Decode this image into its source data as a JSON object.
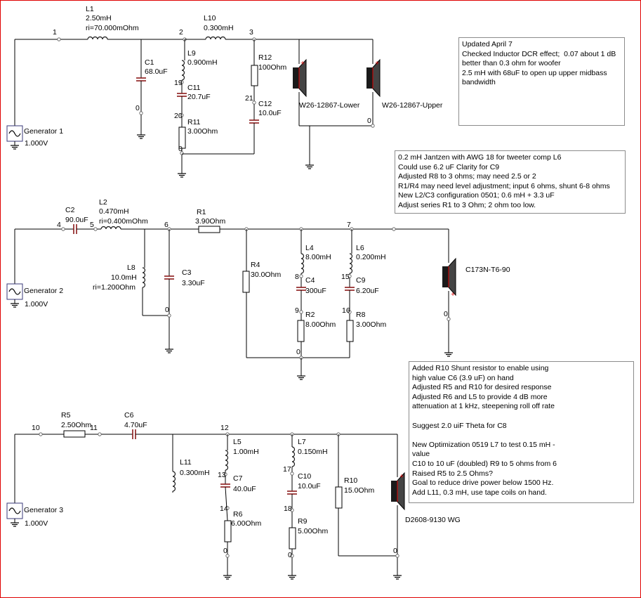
{
  "circuit_1": {
    "generator": {
      "name": "Generator 1",
      "value": "1.000V"
    },
    "L1": {
      "name": "L1",
      "value": "2.50mH",
      "ri": "ri=70.000mOhm"
    },
    "L10": {
      "name": "L10",
      "value": "0.300mH"
    },
    "C1": {
      "name": "C1",
      "value": "68.0uF"
    },
    "L9": {
      "name": "L9",
      "value": "0.900mH"
    },
    "C11": {
      "name": "C11",
      "value": "20.7uF"
    },
    "R11": {
      "name": "R11",
      "value": "3.00Ohm"
    },
    "R12": {
      "name": "R12",
      "value": "100Ohm"
    },
    "C12": {
      "name": "C12",
      "value": "10.0uF"
    },
    "speaker_lower": "W26-12867-Lower",
    "speaker_upper": "W26-12867-Upper",
    "nodes": {
      "n1": "1",
      "n2": "2",
      "n3": "3",
      "n19": "19",
      "n20": "20",
      "n21": "21",
      "g_c1": "0",
      "g_r11": "0",
      "g_spk": "0"
    }
  },
  "circuit_2": {
    "generator": {
      "name": "Generator 2",
      "value": "1.000V"
    },
    "C2": {
      "name": "C2",
      "value": "90.0uF"
    },
    "L2": {
      "name": "L2",
      "value": "0.470mH",
      "ri": "ri=0.400mOhm"
    },
    "L8": {
      "name": "L8",
      "value": "10.0mH",
      "ri": "ri=1.200Ohm"
    },
    "C3": {
      "name": "C3",
      "value": "3.30uF"
    },
    "R1": {
      "name": "R1",
      "value": "3.90Ohm"
    },
    "R4": {
      "name": "R4",
      "value": "30.0Ohm"
    },
    "L4": {
      "name": "L4",
      "value": "8.00mH"
    },
    "C4": {
      "name": "C4",
      "value": "300uF"
    },
    "R2": {
      "name": "R2",
      "value": "8.00Ohm"
    },
    "L6": {
      "name": "L6",
      "value": "0.200mH"
    },
    "C9": {
      "name": "C9",
      "value": "6.20uF"
    },
    "R8": {
      "name": "R8",
      "value": "3.00Ohm"
    },
    "speaker": "C173N-T6-90",
    "nodes": {
      "n4": "4",
      "n5": "5",
      "n6": "6",
      "n7": "7",
      "n8": "8",
      "n9": "9",
      "n15": "15",
      "n16": "16",
      "g_c3": "0",
      "g_bottom": "0",
      "g_spk": "0"
    }
  },
  "circuit_3": {
    "generator": {
      "name": "Generator 3",
      "value": "1.000V"
    },
    "R5": {
      "name": "R5",
      "value": "2.50Ohm"
    },
    "C6": {
      "name": "C6",
      "value": "4.70uF"
    },
    "L11": {
      "name": "L11",
      "value": "0.300mH"
    },
    "L5": {
      "name": "L5",
      "value": "1.00mH"
    },
    "C7": {
      "name": "C7",
      "value": "40.0uF"
    },
    "R6": {
      "name": "R6",
      "value": "6.00Ohm"
    },
    "L7": {
      "name": "L7",
      "value": "0.150mH"
    },
    "C10": {
      "name": "C10",
      "value": "10.0uF"
    },
    "R9": {
      "name": "R9",
      "value": "5.00Ohm"
    },
    "R10": {
      "name": "R10",
      "value": "15.0Ohm"
    },
    "speaker": "D2608-9130 WG",
    "nodes": {
      "n10": "10",
      "n11": "11",
      "n12": "12",
      "n13": "13",
      "n14": "14",
      "n17": "17",
      "n18": "18",
      "g_r6": "0",
      "g_r9": "0",
      "g_spk": "0"
    }
  },
  "notes": {
    "note_1": [
      "Updated April 7",
      "Checked Inductor DCR effect;  0.07 about 1 dB",
      "better than 0.3 ohm for woofer",
      "2.5 mH with 68uF to open up upper midbass",
      "bandwidth"
    ],
    "note_2": [
      "0.2 mH Jantzen with AWG 18 for tweeter comp L6",
      "Could use 6.2 uF Clarity for C9",
      "Adjusted R8 to 3 ohms; may need 2.5 or 2",
      "R1/R4 may need level adjustment; input 6 ohms, shunt 6-8 ohms",
      "New L2/C3 configuration 0501; 0.6 mH + 3.3 uF",
      "Adjust series R1 to 3 Ohm; 2 ohm too low."
    ],
    "note_3": [
      "Added R10 Shunt resistor to enable using",
      "high value C6 (3.9 uF) on hand",
      "Adjusted R5 and R10 for desired response",
      "Adjusted R6 and L5 to provide 4 dB more",
      "attenuation at 1 kHz, steepening roll off rate",
      "",
      "Suggest 2.0 uiF Theta for C8",
      "",
      "New Optimization 0519 L7 to test 0.15 mH -",
      "value",
      "C10 to 10 uF (doubled) R9 to 5 ohms from 6",
      "Raised R5 to 2.5 Ohms?",
      "Goal to reduce drive power below 1500 Hz.",
      "Add L11, 0.3 mH, use tape coils on hand."
    ]
  }
}
